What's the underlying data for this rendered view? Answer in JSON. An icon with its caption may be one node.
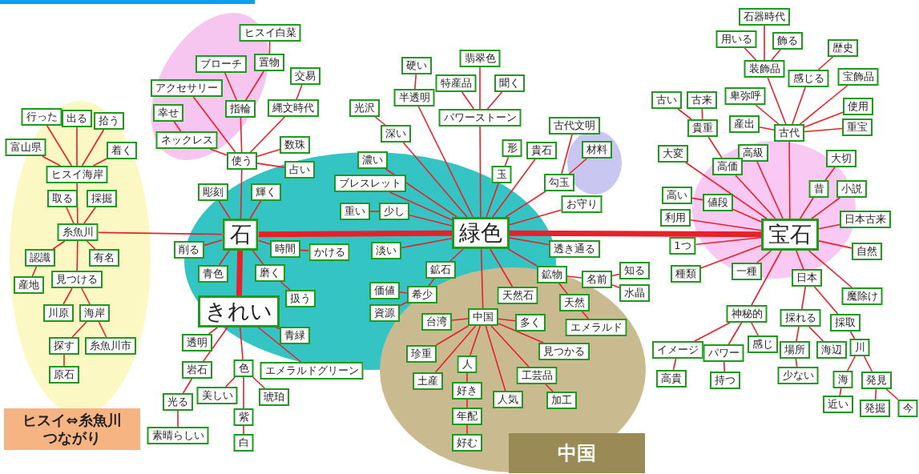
{
  "diagram": {
    "nodes": [
      {
        "text": [
          "行った"
        ]
      },
      {
        "text": [
          "出る"
        ]
      },
      {
        "text": [
          "拾う"
        ]
      },
      {
        "text": [
          "富山県"
        ]
      },
      {
        "text": [
          "着く"
        ]
      },
      {
        "text": [
          "ヒスイ海岸"
        ]
      },
      {
        "text": [
          "取る"
        ]
      },
      {
        "text": [
          "採掘"
        ]
      },
      {
        "text": [
          "糸魚川"
        ]
      },
      {
        "text": [
          "認識"
        ]
      },
      {
        "text": [
          "有名"
        ]
      },
      {
        "text": [
          "産地"
        ]
      },
      {
        "text": [
          "見つける"
        ]
      },
      {
        "text": [
          "川原"
        ]
      },
      {
        "text": [
          "海岸"
        ]
      },
      {
        "text": [
          "探す"
        ]
      },
      {
        "text": [
          "糸魚川市"
        ]
      },
      {
        "text": [
          "原石"
        ]
      },
      {
        "text": [
          "ヒスイ⇔糸魚川つながり"
        ]
      },
      {
        "text": [
          "ヒスイ白菜"
        ]
      },
      {
        "text": [
          "ブローチ"
        ]
      },
      {
        "text": [
          "置物"
        ]
      },
      {
        "text": [
          "交易"
        ]
      },
      {
        "text": [
          "アクセサリー"
        ]
      },
      {
        "text": [
          "幸せ"
        ]
      },
      {
        "text": [
          "指輪"
        ]
      },
      {
        "text": [
          "縄文時代"
        ]
      },
      {
        "text": [
          "ネックレス"
        ]
      },
      {
        "text": [
          "数珠"
        ]
      },
      {
        "text": [
          "使う"
        ]
      },
      {
        "text": [
          "占い"
        ]
      },
      {
        "text": [
          "彫刻"
        ]
      },
      {
        "text": [
          "輝く"
        ]
      },
      {
        "text": [
          "石"
        ]
      },
      {
        "text": [
          "削る"
        ]
      },
      {
        "text": [
          "時間"
        ]
      },
      {
        "text": [
          "かける"
        ]
      },
      {
        "text": [
          "青色"
        ]
      },
      {
        "text": [
          "磨く"
        ]
      },
      {
        "text": [
          "扱う"
        ]
      },
      {
        "text": [
          "きれい"
        ]
      },
      {
        "text": [
          "透明"
        ]
      },
      {
        "text": [
          "青緑"
        ]
      },
      {
        "text": [
          "岩石"
        ]
      },
      {
        "text": [
          "色"
        ]
      },
      {
        "text": [
          "エメラルドグリーン"
        ]
      },
      {
        "text": [
          "美しい"
        ]
      },
      {
        "text": [
          "琥珀"
        ]
      },
      {
        "text": [
          "光る"
        ]
      },
      {
        "text": [
          "紫"
        ]
      },
      {
        "text": [
          "素晴らしい"
        ]
      },
      {
        "text": [
          "白"
        ]
      },
      {
        "text": [
          "硬い"
        ]
      },
      {
        "text": [
          "翡翠色"
        ]
      },
      {
        "text": [
          "特産品"
        ]
      },
      {
        "text": [
          "聞く"
        ]
      },
      {
        "text": [
          "半透明"
        ]
      },
      {
        "text": [
          "光沢"
        ]
      },
      {
        "text": [
          "パワーストーン"
        ]
      },
      {
        "text": [
          "深い"
        ]
      },
      {
        "text": [
          "古代文明"
        ]
      },
      {
        "text": [
          "形"
        ]
      },
      {
        "text": [
          "貴石"
        ]
      },
      {
        "text": [
          "材料"
        ]
      },
      {
        "text": [
          "濃い"
        ]
      },
      {
        "text": [
          "玉"
        ]
      },
      {
        "text": [
          "勾玉"
        ]
      },
      {
        "text": [
          "ブレスレット"
        ]
      },
      {
        "text": [
          "お守り"
        ]
      },
      {
        "text": [
          "重い"
        ]
      },
      {
        "text": [
          "少し"
        ]
      },
      {
        "text": [
          "緑色"
        ]
      },
      {
        "text": [
          "淡い"
        ]
      },
      {
        "text": [
          "透き通る"
        ]
      },
      {
        "text": [
          "鉱石"
        ]
      },
      {
        "text": [
          "鉱物"
        ]
      },
      {
        "text": [
          "名前"
        ]
      },
      {
        "text": [
          "知る"
        ]
      },
      {
        "text": [
          "価値"
        ]
      },
      {
        "text": [
          "希少"
        ]
      },
      {
        "text": [
          "天然石"
        ]
      },
      {
        "text": [
          "水晶"
        ]
      },
      {
        "text": [
          "天然"
        ]
      },
      {
        "text": [
          "資源"
        ]
      },
      {
        "text": [
          "台湾"
        ]
      },
      {
        "text": [
          "中国"
        ]
      },
      {
        "text": [
          "多く"
        ]
      },
      {
        "text": [
          "エメラルド"
        ]
      },
      {
        "text": [
          "珍重"
        ]
      },
      {
        "text": [
          "見つかる"
        ]
      },
      {
        "text": [
          "人"
        ]
      },
      {
        "text": [
          "工芸品"
        ]
      },
      {
        "text": [
          "土産"
        ]
      },
      {
        "text": [
          "好き"
        ]
      },
      {
        "text": [
          "人気"
        ]
      },
      {
        "text": [
          "加工"
        ]
      },
      {
        "text": [
          "年配"
        ]
      },
      {
        "text": [
          "好む"
        ]
      },
      {
        "text": [
          "中国"
        ]
      },
      {
        "text": [
          "石器時代"
        ]
      },
      {
        "text": [
          "用いる"
        ]
      },
      {
        "text": [
          "飾る"
        ]
      },
      {
        "text": [
          "歴史"
        ]
      },
      {
        "text": [
          "装飾品"
        ]
      },
      {
        "text": [
          "感じる"
        ]
      },
      {
        "text": [
          "宝飾品"
        ]
      },
      {
        "text": [
          "古い"
        ]
      },
      {
        "text": [
          "古来"
        ]
      },
      {
        "text": [
          "卑弥呼"
        ]
      },
      {
        "text": [
          "使用"
        ]
      },
      {
        "text": [
          "産出"
        ]
      },
      {
        "text": [
          "貴重"
        ]
      },
      {
        "text": [
          "古代"
        ]
      },
      {
        "text": [
          "重宝"
        ]
      },
      {
        "text": [
          "大変"
        ]
      },
      {
        "text": [
          "高級"
        ]
      },
      {
        "text": [
          "大切"
        ]
      },
      {
        "text": [
          "高価"
        ]
      },
      {
        "text": [
          "昔"
        ]
      },
      {
        "text": [
          "小説"
        ]
      },
      {
        "text": [
          "高い"
        ]
      },
      {
        "text": [
          "値段"
        ]
      },
      {
        "text": [
          "利用"
        ]
      },
      {
        "text": [
          "日本古来"
        ]
      },
      {
        "text": [
          "宝石"
        ]
      },
      {
        "text": [
          "1つ"
        ]
      },
      {
        "text": [
          "自然"
        ]
      },
      {
        "text": [
          "種類"
        ]
      },
      {
        "text": [
          "一種"
        ]
      },
      {
        "text": [
          "日本"
        ]
      },
      {
        "text": [
          "魔除け"
        ]
      },
      {
        "text": [
          "神秘的"
        ]
      },
      {
        "text": [
          "採れる"
        ]
      },
      {
        "text": [
          "採取"
        ]
      },
      {
        "text": [
          "感じ"
        ]
      },
      {
        "text": [
          "場所"
        ]
      },
      {
        "text": [
          "海辺"
        ]
      },
      {
        "text": [
          "川"
        ]
      },
      {
        "text": [
          "イメージ"
        ]
      },
      {
        "text": [
          "パワー"
        ]
      },
      {
        "text": [
          "海"
        ]
      },
      {
        "text": [
          "発見"
        ]
      },
      {
        "text": [
          "少ない"
        ]
      },
      {
        "text": [
          "高貴"
        ]
      },
      {
        "text": [
          "持つ"
        ]
      },
      {
        "text": [
          "近い"
        ]
      },
      {
        "text": [
          "発掘"
        ]
      },
      {
        "text": [
          "今"
        ]
      }
    ],
    "edges": [
      {
        "from": 0,
        "to": 5,
        "arrow": "none"
      },
      {
        "from": 1,
        "to": 5,
        "arrow": "none"
      },
      {
        "from": 2,
        "to": 5,
        "arrow": "none"
      },
      {
        "from": 3,
        "to": 5,
        "arrow": "none"
      },
      {
        "from": 4,
        "to": 5,
        "arrow": "none"
      },
      {
        "from": 5,
        "to": 8,
        "arrow": "none"
      },
      {
        "from": 6,
        "to": 8,
        "arrow": "none"
      },
      {
        "from": 7,
        "to": 8,
        "arrow": "none"
      },
      {
        "from": 8,
        "to": 9,
        "arrow": "none"
      },
      {
        "from": 8,
        "to": 10,
        "arrow": "none"
      },
      {
        "from": 8,
        "to": 12,
        "arrow": "none"
      },
      {
        "from": 9,
        "to": 11,
        "arrow": "none"
      },
      {
        "from": 12,
        "to": 13,
        "arrow": "none"
      },
      {
        "from": 12,
        "to": 14,
        "arrow": "none"
      },
      {
        "from": 14,
        "to": 15,
        "arrow": "none"
      },
      {
        "from": 14,
        "to": 16,
        "arrow": "none"
      },
      {
        "from": 15,
        "to": 17,
        "arrow": "none"
      },
      {
        "from": 8,
        "to": 33,
        "arrow": "none"
      },
      {
        "from": 19,
        "to": 21,
        "arrow": "none"
      },
      {
        "from": 20,
        "to": 25,
        "arrow": "none"
      },
      {
        "from": 21,
        "to": 25,
        "arrow": "none"
      },
      {
        "from": 22,
        "to": 26,
        "arrow": "none"
      },
      {
        "from": 23,
        "to": 29,
        "arrow": "none"
      },
      {
        "from": 24,
        "to": 27,
        "arrow": "none"
      },
      {
        "from": 25,
        "to": 29,
        "arrow": "none"
      },
      {
        "from": 26,
        "to": 29,
        "arrow": "none"
      },
      {
        "from": 27,
        "to": 29,
        "arrow": "none"
      },
      {
        "from": 28,
        "to": 29,
        "arrow": "none"
      },
      {
        "from": 30,
        "to": 29,
        "arrow": "none"
      },
      {
        "from": 29,
        "to": 33,
        "arrow": "none"
      },
      {
        "from": 31,
        "to": 33,
        "arrow": "none"
      },
      {
        "from": 32,
        "to": 33,
        "arrow": "none"
      },
      {
        "from": 33,
        "to": 34,
        "arrow": "none"
      },
      {
        "from": 33,
        "to": 35,
        "arrow": "none"
      },
      {
        "from": 35,
        "to": 36,
        "arrow": "none"
      },
      {
        "from": 33,
        "to": 37,
        "arrow": "none"
      },
      {
        "from": 33,
        "to": 38,
        "arrow": "none"
      },
      {
        "from": 38,
        "to": 39,
        "arrow": "none"
      },
      {
        "from": 33,
        "to": 40,
        "arrow": "none",
        "style": "thick"
      },
      {
        "from": 33,
        "to": 71,
        "arrow": "none",
        "style": "thick"
      },
      {
        "from": 40,
        "to": 41,
        "arrow": "none"
      },
      {
        "from": 40,
        "to": 42,
        "arrow": "none"
      },
      {
        "from": 40,
        "to": 45,
        "arrow": "none"
      },
      {
        "from": 40,
        "to": 44,
        "arrow": "none"
      },
      {
        "from": 40,
        "to": 43,
        "arrow": "none"
      },
      {
        "from": 43,
        "to": 48,
        "arrow": "none"
      },
      {
        "from": 48,
        "to": 50,
        "arrow": "none"
      },
      {
        "from": 44,
        "to": 46,
        "arrow": "none"
      },
      {
        "from": 44,
        "to": 47,
        "arrow": "none"
      },
      {
        "from": 44,
        "to": 49,
        "arrow": "none"
      },
      {
        "from": 49,
        "to": 51,
        "arrow": "none"
      },
      {
        "from": 52,
        "to": 56,
        "arrow": "none"
      },
      {
        "from": 56,
        "to": 71,
        "arrow": "none"
      },
      {
        "from": 53,
        "to": 58,
        "arrow": "none"
      },
      {
        "from": 54,
        "to": 58,
        "arrow": "none"
      },
      {
        "from": 55,
        "to": 58,
        "arrow": "none"
      },
      {
        "from": 58,
        "to": 71,
        "arrow": "none"
      },
      {
        "from": 57,
        "to": 59,
        "arrow": "none"
      },
      {
        "from": 59,
        "to": 71,
        "arrow": "none"
      },
      {
        "from": 64,
        "to": 71,
        "arrow": "none"
      },
      {
        "from": 67,
        "to": 71,
        "arrow": "none"
      },
      {
        "from": 61,
        "to": 65,
        "arrow": "none"
      },
      {
        "from": 65,
        "to": 71,
        "arrow": "none"
      },
      {
        "from": 62,
        "to": 71,
        "arrow": "none"
      },
      {
        "from": 60,
        "to": 66,
        "arrow": "none"
      },
      {
        "from": 63,
        "to": 66,
        "arrow": "none"
      },
      {
        "from": 66,
        "to": 71,
        "arrow": "none"
      },
      {
        "from": 68,
        "to": 71,
        "arrow": "none"
      },
      {
        "from": 69,
        "to": 70,
        "arrow": "none"
      },
      {
        "from": 70,
        "to": 71,
        "arrow": "none"
      },
      {
        "from": 72,
        "to": 71,
        "arrow": "none"
      },
      {
        "from": 71,
        "to": 73,
        "arrow": "none"
      },
      {
        "from": 71,
        "to": 74,
        "arrow": "none"
      },
      {
        "from": 74,
        "to": 79,
        "arrow": "none"
      },
      {
        "from": 78,
        "to": 79,
        "arrow": "none"
      },
      {
        "from": 83,
        "to": 79,
        "arrow": "none"
      },
      {
        "from": 71,
        "to": 80,
        "arrow": "none"
      },
      {
        "from": 71,
        "to": 85,
        "arrow": "none"
      },
      {
        "from": 71,
        "to": 75,
        "arrow": "none"
      },
      {
        "from": 75,
        "to": 76,
        "arrow": "none"
      },
      {
        "from": 76,
        "to": 77,
        "arrow": "none"
      },
      {
        "from": 76,
        "to": 81,
        "arrow": "none"
      },
      {
        "from": 75,
        "to": 82,
        "arrow": "none"
      },
      {
        "from": 82,
        "to": 87,
        "arrow": "none"
      },
      {
        "from": 71,
        "to": 124,
        "arrow": "none",
        "style": "thick"
      },
      {
        "from": 85,
        "to": 84,
        "arrow": "none"
      },
      {
        "from": 85,
        "to": 86,
        "arrow": "none"
      },
      {
        "from": 85,
        "to": 88,
        "arrow": "none"
      },
      {
        "from": 85,
        "to": 92,
        "arrow": "none"
      },
      {
        "from": 85,
        "to": 90,
        "arrow": "none"
      },
      {
        "from": 90,
        "to": 93,
        "arrow": "none"
      },
      {
        "from": 93,
        "to": 96,
        "arrow": "none"
      },
      {
        "from": 96,
        "to": 97,
        "arrow": "none"
      },
      {
        "from": 85,
        "to": 94,
        "arrow": "none"
      },
      {
        "from": 85,
        "to": 91,
        "arrow": "none"
      },
      {
        "from": 91,
        "to": 95,
        "arrow": "none"
      },
      {
        "from": 85,
        "to": 89,
        "arrow": "none"
      },
      {
        "from": 99,
        "to": 103,
        "arrow": "none"
      },
      {
        "from": 100,
        "to": 103,
        "arrow": "none"
      },
      {
        "from": 101,
        "to": 103,
        "arrow": "none"
      },
      {
        "from": 103,
        "to": 112,
        "arrow": "none"
      },
      {
        "from": 102,
        "to": 104,
        "arrow": "none"
      },
      {
        "from": 104,
        "to": 112,
        "arrow": "none"
      },
      {
        "from": 105,
        "to": 112,
        "arrow": "none"
      },
      {
        "from": 108,
        "to": 112,
        "arrow": "none"
      },
      {
        "from": 110,
        "to": 112,
        "arrow": "none"
      },
      {
        "from": 109,
        "to": 112,
        "arrow": "none"
      },
      {
        "from": 113,
        "to": 112,
        "arrow": "none"
      },
      {
        "from": 112,
        "to": 124,
        "arrow": "none"
      },
      {
        "from": 106,
        "to": 111,
        "arrow": "none"
      },
      {
        "from": 107,
        "to": 111,
        "arrow": "none"
      },
      {
        "from": 111,
        "to": 117,
        "arrow": "none"
      },
      {
        "from": 117,
        "to": 124,
        "arrow": "none"
      },
      {
        "from": 114,
        "to": 124,
        "arrow": "none"
      },
      {
        "from": 115,
        "to": 124,
        "arrow": "none"
      },
      {
        "from": 116,
        "to": 118,
        "arrow": "none"
      },
      {
        "from": 118,
        "to": 124,
        "arrow": "none"
      },
      {
        "from": 119,
        "to": 124,
        "arrow": "none"
      },
      {
        "from": 120,
        "to": 121,
        "arrow": "none"
      },
      {
        "from": 121,
        "to": 124,
        "arrow": "none"
      },
      {
        "from": 122,
        "to": 124,
        "arrow": "none"
      },
      {
        "from": 124,
        "to": 123,
        "arrow": "none"
      },
      {
        "from": 124,
        "to": 126,
        "arrow": "none"
      },
      {
        "from": 125,
        "to": 124,
        "arrow": "none"
      },
      {
        "from": 127,
        "to": 124,
        "arrow": "none"
      },
      {
        "from": 128,
        "to": 124,
        "arrow": "none"
      },
      {
        "from": 124,
        "to": 129,
        "arrow": "none"
      },
      {
        "from": 124,
        "to": 130,
        "arrow": "none"
      },
      {
        "from": 124,
        "to": 131,
        "arrow": "none"
      },
      {
        "from": 131,
        "to": 138,
        "arrow": "none"
      },
      {
        "from": 131,
        "to": 139,
        "arrow": "none"
      },
      {
        "from": 131,
        "to": 134,
        "arrow": "none"
      },
      {
        "from": 138,
        "to": 143,
        "arrow": "none"
      },
      {
        "from": 139,
        "to": 144,
        "arrow": "none"
      },
      {
        "from": 129,
        "to": 132,
        "arrow": "none"
      },
      {
        "from": 129,
        "to": 133,
        "arrow": "none"
      },
      {
        "from": 132,
        "to": 135,
        "arrow": "none"
      },
      {
        "from": 132,
        "to": 136,
        "arrow": "none"
      },
      {
        "from": 135,
        "to": 142,
        "arrow": "none"
      },
      {
        "from": 133,
        "to": 137,
        "arrow": "none"
      },
      {
        "from": 137,
        "to": 140,
        "arrow": "none"
      },
      {
        "from": 137,
        "to": 141,
        "arrow": "none"
      },
      {
        "from": 140,
        "to": 145,
        "arrow": "none"
      },
      {
        "from": 141,
        "to": 146,
        "arrow": "none"
      },
      {
        "from": 141,
        "to": 147,
        "arrow": "none"
      }
    ]
  }
}
